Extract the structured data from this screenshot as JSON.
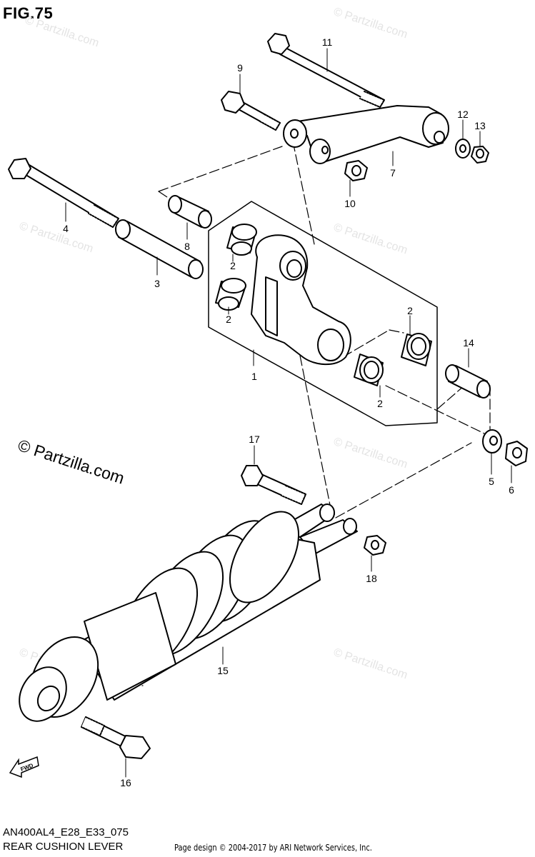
{
  "figure": {
    "title": "FIG.75",
    "code": "AN400AL4_E28_E33_075",
    "name": "REAR CUSHION LEVER",
    "copyright": "Page design © 2004-2017 by ARI Network Services, Inc."
  },
  "watermark": {
    "main_text": "© Partzilla.com",
    "faint_text": "© Partzilla.com",
    "faint_color": "#e4e4e4"
  },
  "fwd_label": "FWD",
  "callouts": [
    {
      "num": "1"
    },
    {
      "num": "2"
    },
    {
      "num": "2"
    },
    {
      "num": "2"
    },
    {
      "num": "2"
    },
    {
      "num": "3"
    },
    {
      "num": "4"
    },
    {
      "num": "5"
    },
    {
      "num": "6"
    },
    {
      "num": "7"
    },
    {
      "num": "8"
    },
    {
      "num": "9"
    },
    {
      "num": "10"
    },
    {
      "num": "11"
    },
    {
      "num": "12"
    },
    {
      "num": "13"
    },
    {
      "num": "14"
    },
    {
      "num": "15"
    },
    {
      "num": "16"
    },
    {
      "num": "17"
    },
    {
      "num": "18"
    }
  ]
}
